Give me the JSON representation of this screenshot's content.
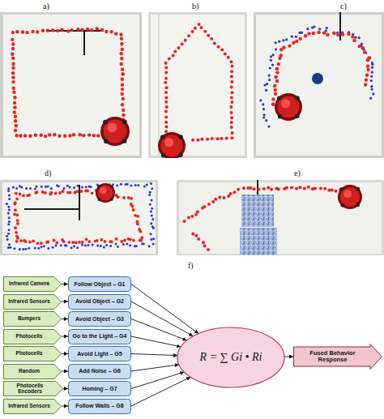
{
  "diagram": {
    "nodes": [
      {
        "text": [
          "Infrared Camera"
        ]
      },
      {
        "text": [
          "Infrared Sensors"
        ]
      },
      {
        "text": [
          "Bumpers"
        ]
      },
      {
        "text": [
          "Photocells"
        ]
      },
      {
        "text": [
          "Photocells"
        ]
      },
      {
        "text": [
          "Random"
        ]
      },
      {
        "text": [
          "Photocells Encoders"
        ]
      },
      {
        "text": [
          "Infrared Sensors"
        ]
      },
      {
        "text": [
          "Follow Object – G1"
        ]
      },
      {
        "text": [
          "Avoid Object – G2"
        ]
      },
      {
        "text": [
          "Avoid Object – G3"
        ]
      },
      {
        "text": [
          "Go to the Light – G4"
        ]
      },
      {
        "text": [
          "Avoid Light – G5"
        ]
      },
      {
        "text": [
          "Add Noise – G6"
        ]
      },
      {
        "text": [
          "Homing – G7"
        ]
      },
      {
        "text": [
          "Follow Walls – G8"
        ]
      },
      {
        "text": [
          "R = ∑ Gi • Ri"
        ]
      },
      {
        "text": [
          "Fused Behavior Response"
        ]
      }
    ],
    "edges": [
      {
        "from": 0,
        "to": 8,
        "arrow": "to"
      },
      {
        "from": 1,
        "to": 9,
        "arrow": "to"
      },
      {
        "from": 2,
        "to": 10,
        "arrow": "to"
      },
      {
        "from": 3,
        "to": 11,
        "arrow": "to"
      },
      {
        "from": 4,
        "to": 12,
        "arrow": "to"
      },
      {
        "from": 5,
        "to": 13,
        "arrow": "to"
      },
      {
        "from": 6,
        "to": 14,
        "arrow": "to"
      },
      {
        "from": 7,
        "to": 15,
        "arrow": "to"
      },
      {
        "from": 8,
        "to": 16,
        "arrow": "to"
      },
      {
        "from": 9,
        "to": 16,
        "arrow": "to"
      },
      {
        "from": 10,
        "to": 16,
        "arrow": "to"
      },
      {
        "from": 11,
        "to": 16,
        "arrow": "to"
      },
      {
        "from": 12,
        "to": 16,
        "arrow": "to"
      },
      {
        "from": 13,
        "to": 16,
        "arrow": "to"
      },
      {
        "from": 14,
        "to": 16,
        "arrow": "to"
      },
      {
        "from": 15,
        "to": 16,
        "arrow": "to"
      },
      {
        "from": 16,
        "to": 17,
        "arrow": "to"
      }
    ],
    "labels": [
      "a)",
      "b)",
      "c)",
      "d)",
      "e)",
      "f)"
    ]
  }
}
